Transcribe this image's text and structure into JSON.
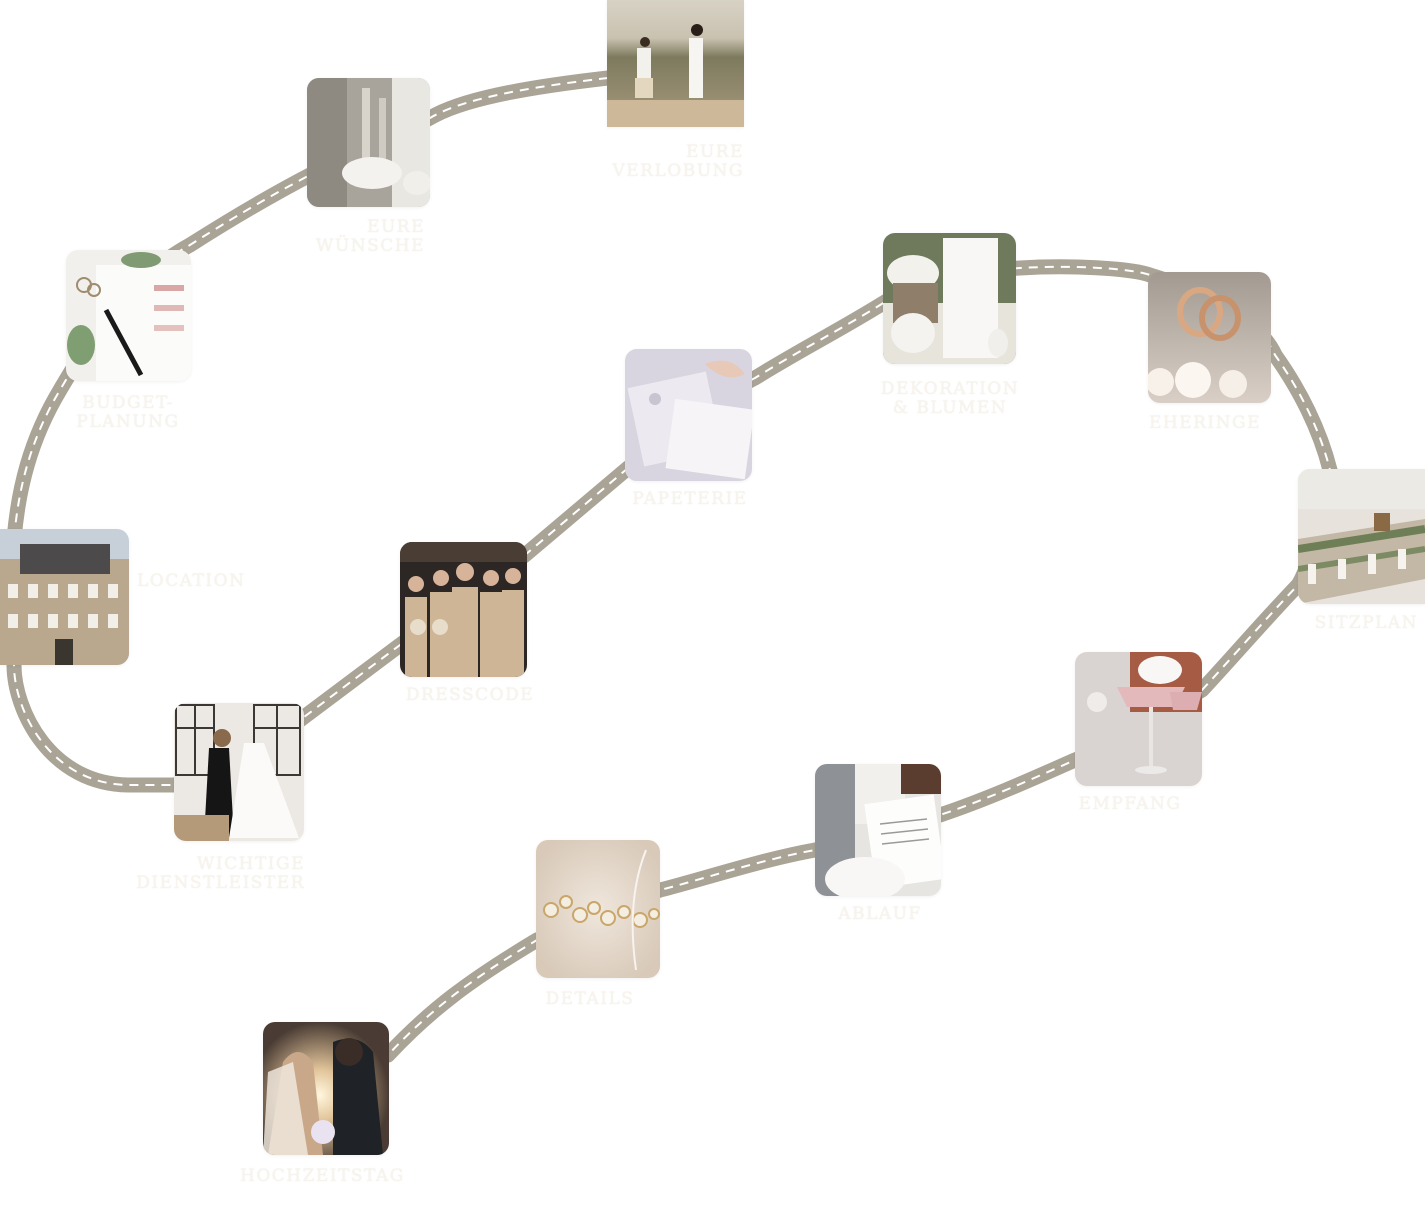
{
  "colors": {
    "road": "#aaa497",
    "road_dash": "#ffffff",
    "background": "#ffffff",
    "label": "#f7f4ee"
  },
  "stations": [
    {
      "id": "verlobung",
      "label": "Eure\nVerlobung",
      "image": "proposal-photo"
    },
    {
      "id": "wuensche",
      "label": "Eure\nWünsche",
      "image": "decor-photo"
    },
    {
      "id": "budget",
      "label": "Budget-\nplanung",
      "image": "wedding-planner-photo"
    },
    {
      "id": "location",
      "label": "Location",
      "image": "castle-photo"
    },
    {
      "id": "dienstleister",
      "label": "Wichtige\nDienstleister",
      "image": "bridal-dress-photo"
    },
    {
      "id": "dresscode",
      "label": "Dresscode",
      "image": "wedding-party-photo"
    },
    {
      "id": "papeterie",
      "label": "Papeterie",
      "image": "invitation-photo"
    },
    {
      "id": "dekoration",
      "label": "Dekoration\n& Blumen",
      "image": "welcome-sign-photo"
    },
    {
      "id": "eheringe",
      "label": "Eheringe",
      "image": "wedding-rings-photo"
    },
    {
      "id": "sitzplan",
      "label": "Sitzplan",
      "image": "table-setting-photo"
    },
    {
      "id": "empfang",
      "label": "Empfang",
      "image": "champagne-photo"
    },
    {
      "id": "ablauf",
      "label": "Ablauf",
      "image": "vows-photo"
    },
    {
      "id": "details",
      "label": "Details",
      "image": "pearl-earrings-photo"
    },
    {
      "id": "hochzeitstag",
      "label": "Hochzeitstag",
      "image": "couple-sunset-photo"
    }
  ]
}
